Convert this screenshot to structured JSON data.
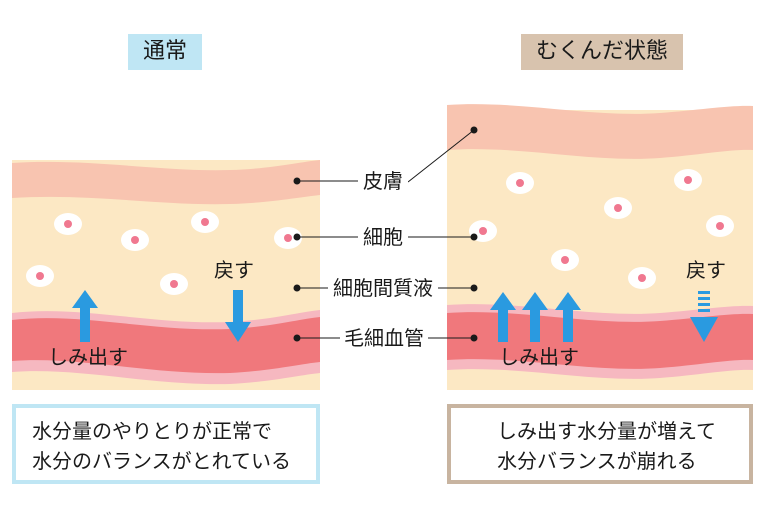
{
  "panels": {
    "normal": {
      "title": "通常",
      "out_label": "しみ出す",
      "back_label": "戻す",
      "caption_line1": "水分量のやりとりが正常で",
      "caption_line2": "水分のバランスがとれている"
    },
    "swollen": {
      "title": "むくんだ状態",
      "out_label": "しみ出す",
      "back_label": "戻す",
      "caption_line1": "しみ出す水分量が増えて",
      "caption_line2": "水分バランスが崩れる"
    }
  },
  "labels": {
    "skin": "皮膚",
    "cell": "細胞",
    "interstitial": "細胞間質液",
    "vessel": "毛細血管"
  },
  "colors": {
    "skin": "#f8c4b0",
    "tissue": "#fce8c4",
    "vessel": "#f0787c",
    "vessel_edge": "#f6b8c0",
    "arrow": "#2a9ae0",
    "cell_nucleus": "#f07890",
    "normal_accent": "#bfe6f4",
    "swollen_accent": "#d8c3ae"
  }
}
